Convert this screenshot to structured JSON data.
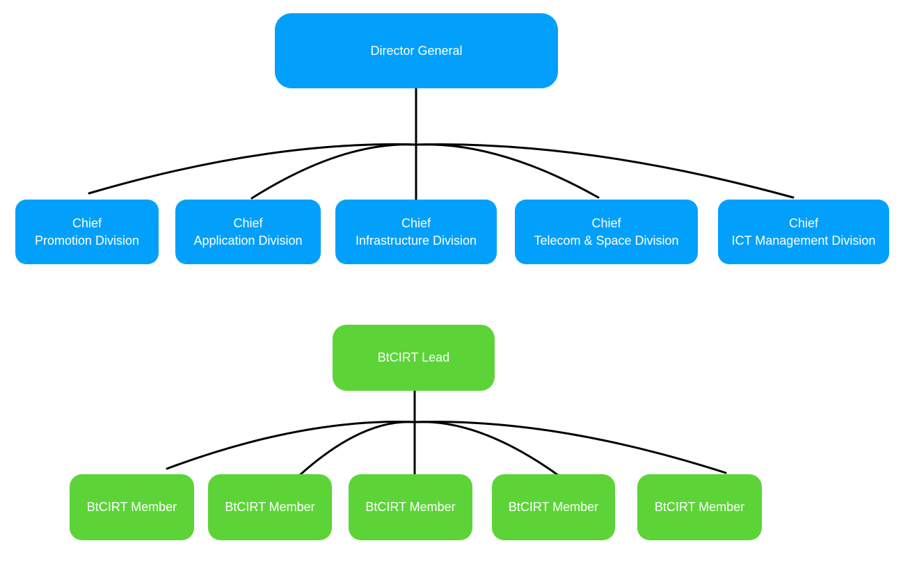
{
  "diagram": {
    "description": "Organization chart",
    "colors": {
      "division_box": "#02A0FA",
      "team_box": "#5CD438",
      "connector": "#000000",
      "label_text": "#FFFFFF",
      "background": "#FFFFFF"
    },
    "nodes": {
      "root": {
        "label": "Director General"
      },
      "divisions": [
        {
          "line1": "Chief",
          "line2": "Promotion Division"
        },
        {
          "line1": "Chief",
          "line2": "Application Division"
        },
        {
          "line1": "Chief",
          "line2": "Infrastructure Division"
        },
        {
          "line1": "Chief",
          "line2": "Telecom & Space Division"
        },
        {
          "line1": "Chief",
          "line2": "ICT Management Division"
        }
      ],
      "team_lead": {
        "label": "BtCIRT Lead"
      },
      "team_members": [
        {
          "label": "BtCIRT Member"
        },
        {
          "label": "BtCIRT Member"
        },
        {
          "label": "BtCIRT Member"
        },
        {
          "label": "BtCIRT Member"
        },
        {
          "label": "BtCIRT Member"
        }
      ]
    }
  }
}
